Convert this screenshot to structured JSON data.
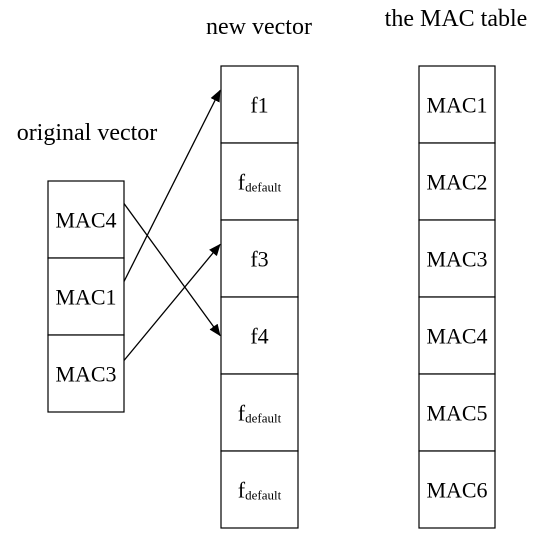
{
  "titles": {
    "original": "original vector",
    "new": "new vector",
    "mac_table": "the MAC table"
  },
  "original_vector": [
    "MAC4",
    "MAC1",
    "MAC3"
  ],
  "new_vector": [
    {
      "base": "f1",
      "sub": ""
    },
    {
      "base": "f",
      "sub": "default"
    },
    {
      "base": "f3",
      "sub": ""
    },
    {
      "base": "f4",
      "sub": ""
    },
    {
      "base": "f",
      "sub": "default"
    },
    {
      "base": "f",
      "sub": "default"
    }
  ],
  "mac_table": [
    "MAC1",
    "MAC2",
    "MAC3",
    "MAC4",
    "MAC5",
    "MAC6"
  ],
  "mappings": [
    {
      "from": 0,
      "to": 3
    },
    {
      "from": 1,
      "to": 0
    },
    {
      "from": 2,
      "to": 2
    }
  ]
}
